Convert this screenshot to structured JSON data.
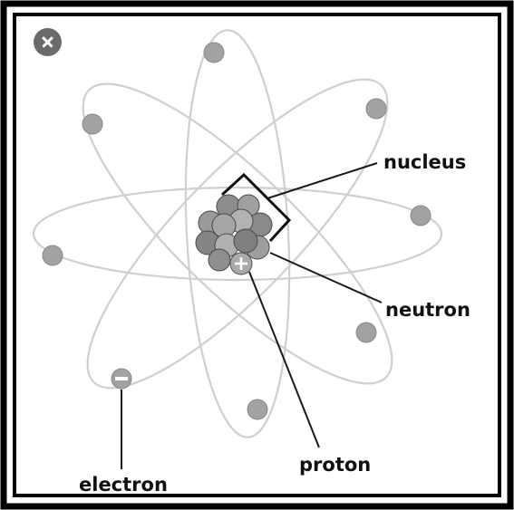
{
  "labels": {
    "nucleus": "nucleus",
    "neutron": "neutron",
    "proton": "proton",
    "electron": "electron"
  },
  "icons": {
    "close": "close-icon"
  },
  "colors": {
    "frame": "#000000",
    "orbit": "#cfcfcf",
    "electron": "#a2a2a2",
    "neutron": "#8c8c8c",
    "proton": "#aaaaaa",
    "leader_line": "#1a1a1a",
    "close_button": "#6a6a6a"
  }
}
